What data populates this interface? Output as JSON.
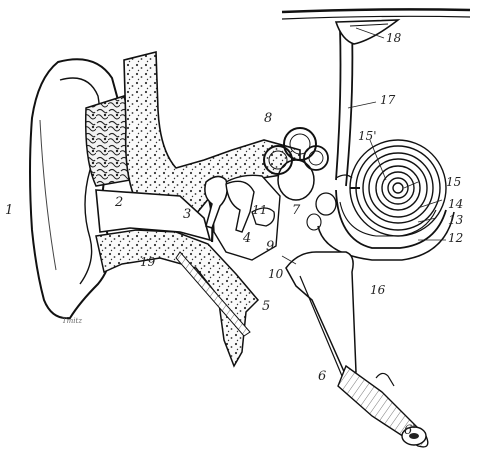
{
  "labels": {
    "l1": "1",
    "l2": "2",
    "l3": "3",
    "l4": "4",
    "l5": "5",
    "l6": "6",
    "l6p": "6'",
    "l7": "7",
    "l8": "8",
    "l9": "9",
    "l10": "10",
    "l11": "11",
    "l12": "12",
    "l13": "13",
    "l14": "14",
    "l15": "15",
    "l15p": "15'",
    "l16": "16",
    "l17": "17",
    "l18": "18",
    "l19": "19"
  },
  "signature": "Tmitz"
}
